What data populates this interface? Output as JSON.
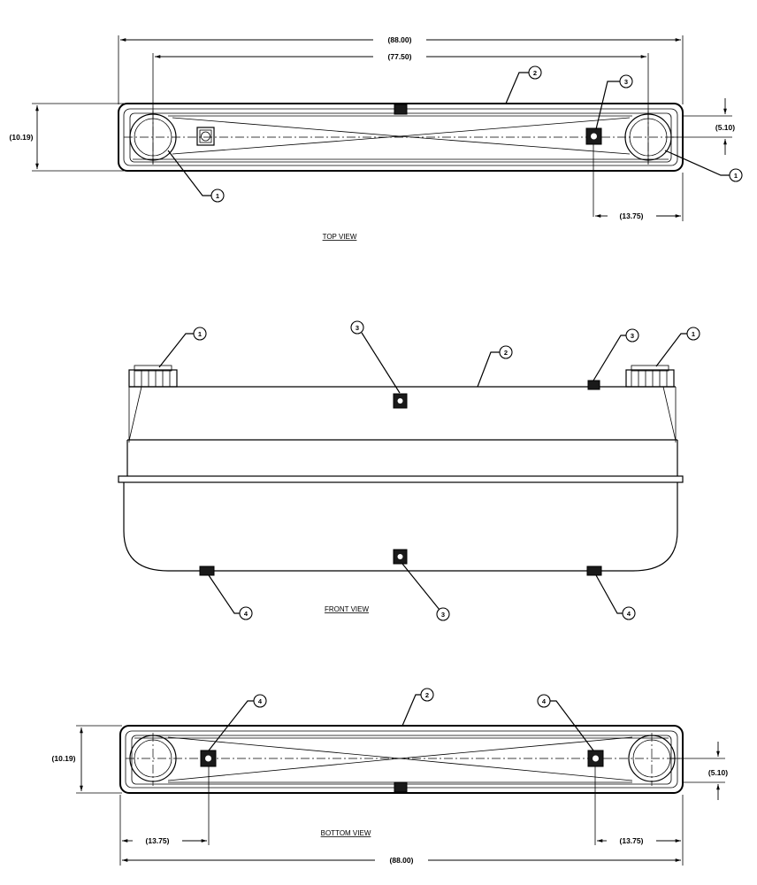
{
  "views": {
    "top": {
      "title": "TOP VIEW"
    },
    "front": {
      "title": "FRONT VIEW"
    },
    "bottom": {
      "title": "BOTTOM VIEW"
    }
  },
  "dimensions": {
    "overall_length": "(88.00)",
    "fill_spacing": "(77.50)",
    "width": "(10.19)",
    "offset_y": "(5.10)",
    "offset_x": "(13.75)"
  },
  "callouts": {
    "fill_cap": "1",
    "tank_body": "2",
    "top_fitting": "3",
    "bottom_fitting": "4"
  }
}
